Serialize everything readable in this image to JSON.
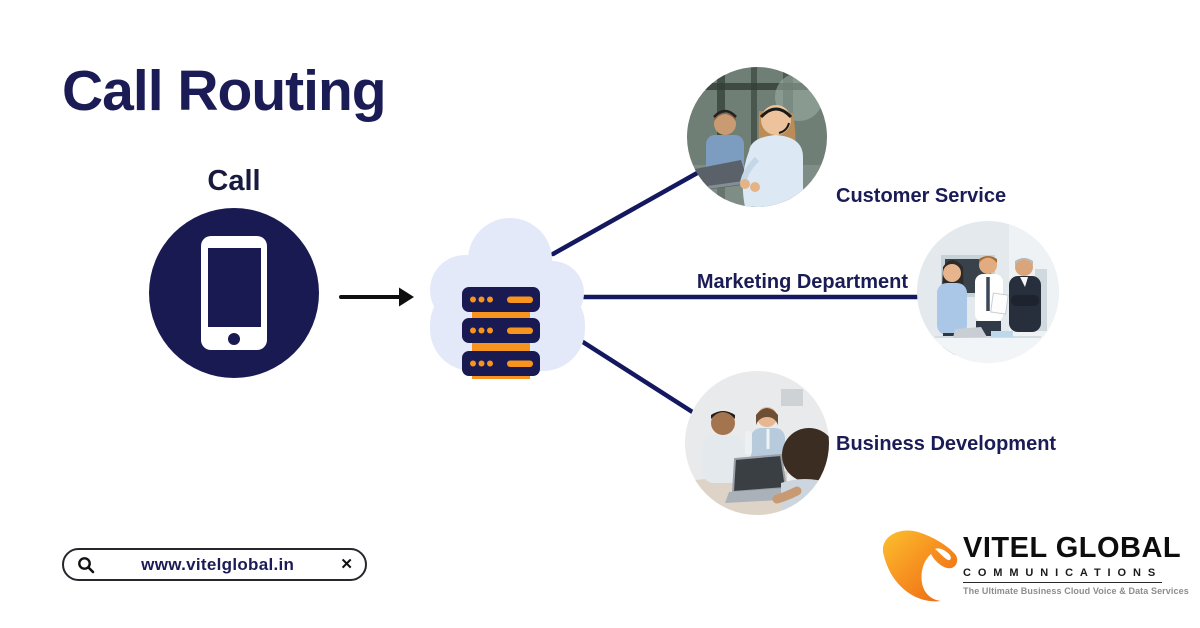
{
  "title": "Call Routing",
  "source": {
    "label": "Call"
  },
  "destinations": [
    {
      "id": "customer-service",
      "label": "Customer Service"
    },
    {
      "id": "marketing-department",
      "label": "Marketing Department"
    },
    {
      "id": "business-development",
      "label": "Business Development"
    }
  ],
  "search_bar": {
    "value": "www.vitelglobal.in",
    "close_glyph": "✕"
  },
  "logo": {
    "brand": "VITEL GLOBAL",
    "division": "COMMUNICATIONS",
    "tagline": "The Ultimate Business Cloud Voice & Data Services"
  },
  "colors": {
    "navy_text": "#1b1c56",
    "navy_shape": "#191a52",
    "connector_line": "#14195f",
    "orange": "#f7941e",
    "cloud": "#e4e9f9",
    "arrow_black": "#0f0f10"
  }
}
